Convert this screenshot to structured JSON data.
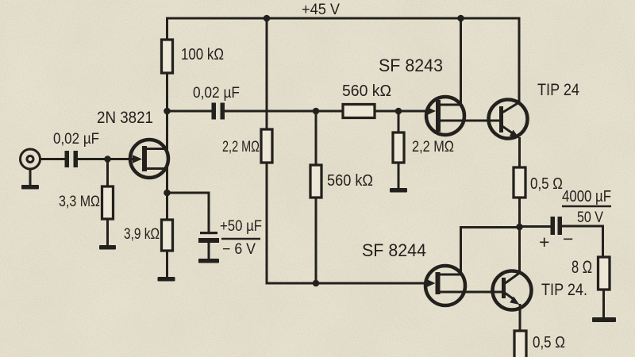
{
  "meta": {
    "description": "Hand-drawn audio power amplifier circuit schematic on aged paper"
  },
  "colors": {
    "paper": "#e9e4d2",
    "ink": "#23211d"
  },
  "supply": {
    "rail_label": "+45 V"
  },
  "input_stage": {
    "coupling_cap": "0,02 µF",
    "gate_resistor": "3,3 MΩ",
    "fet": "2N 3821",
    "drain_resistor": "100 kΩ",
    "source_resistor": "3,9 kΩ",
    "bypass_cap_value": "+50 µF",
    "bypass_cap_voltage": "− 6 V"
  },
  "coupling": {
    "cap": "0,02 µF",
    "series_resistor": "560 kΩ",
    "feedback_resistor": "2,2 MΩ",
    "divider_resistor": "560 kΩ",
    "bias_resistor": "2,2 MΩ"
  },
  "output_stage": {
    "upper_driver": "SF 8243",
    "lower_driver": "SF 8244",
    "upper_power": "TIP 24",
    "lower_power": "TIP 24.",
    "upper_emitter_resistor": "0,5 Ω",
    "lower_emitter_resistor": "0,5 Ω",
    "output_cap_value": "4000 µF",
    "output_cap_voltage": "50 V",
    "polarity_plus": "+",
    "polarity_minus": "−",
    "load_resistor": "8 Ω"
  }
}
